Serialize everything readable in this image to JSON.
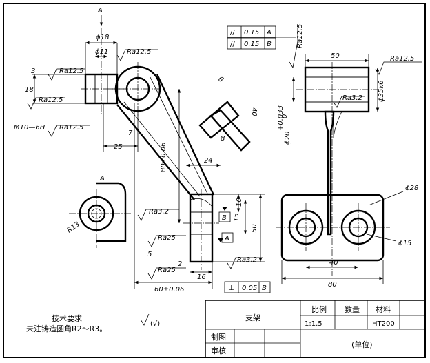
{
  "views": {
    "left": {
      "view_label": "A",
      "dims": {
        "d18": "ϕ18",
        "d11": "ϕ11",
        "three": "3",
        "eighteen": "18",
        "twentyfive": "25",
        "seven": "7",
        "eighty": "80±0.06",
        "twentyfour": "24",
        "ten": "10",
        "fifteen": "15",
        "fifty": "50",
        "sixty": "60±0.06",
        "sixteen": "16",
        "two": "2",
        "five": "5",
        "r13": "R13"
      },
      "roughness": {
        "ra125_top": "Ra12.5",
        "ra125_left": "Ra12.5",
        "ra125_mid": "Ra12.5",
        "ra125_thread": "Ra12.5",
        "ra32_a": "Ra3.2",
        "ra25_a": "Ra25",
        "ra25_b": "Ra25",
        "ra32_b": "Ra3.2"
      },
      "thread_label": "M10—6H",
      "datum_a": "A",
      "datum_b": "B",
      "perp_tol": {
        "symbol": "⊥",
        "value": "0.05",
        "datum": "B"
      }
    },
    "section": {
      "dims": {
        "six": "6",
        "forty": "40",
        "eight": "8"
      }
    },
    "right": {
      "geo_tol": [
        {
          "symbol": "//",
          "value": "0.15",
          "datum": "A"
        },
        {
          "symbol": "//",
          "value": "0.15",
          "datum": "B"
        }
      ],
      "dims": {
        "fifty": "50",
        "d35": "ϕ35k6",
        "d20": "ϕ20",
        "d20_tol_up": "+0.033",
        "d20_tol_lo": "0",
        "d28": "ϕ28",
        "d15": "ϕ15",
        "forty": "40",
        "eighty": "80"
      },
      "roughness": {
        "ra125_top": "Ra12.5",
        "ra125_right": "Ra12.5",
        "ra32": "Ra3.2"
      }
    }
  },
  "notes": {
    "title": "技术要求",
    "line1": "未注铸造圆角R2～R3。",
    "other_symbol": "(√)"
  },
  "title_block": {
    "part_name": "支架",
    "scale_label": "比例",
    "qty_label": "数量",
    "material_label": "材料",
    "scale_value": "1:1.5",
    "qty_value": "",
    "material_value": "HT200",
    "drawn_label": "制图",
    "checked_label": "审核",
    "unit_label": "(单位)"
  }
}
